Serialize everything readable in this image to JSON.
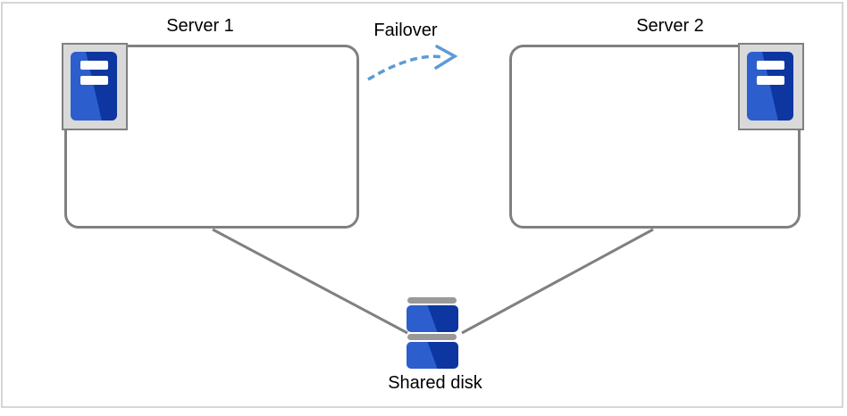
{
  "diagram": {
    "type": "failover-cluster",
    "labels": {
      "server1": "Server 1",
      "server2": "Server 2",
      "failover": "Failover",
      "shared_disk": "Shared disk"
    },
    "nodes": [
      {
        "id": "server1",
        "label": "Server 1",
        "icon": "server-tower",
        "shape": "rounded-rect"
      },
      {
        "id": "server2",
        "label": "Server 2",
        "icon": "server-tower",
        "shape": "rounded-rect"
      },
      {
        "id": "shared-disk",
        "label": "Shared disk",
        "icon": "disk-stack"
      }
    ],
    "edges": [
      {
        "from": "server1",
        "to": "shared-disk",
        "style": "solid-line"
      },
      {
        "from": "server2",
        "to": "shared-disk",
        "style": "solid-line"
      },
      {
        "from": "server1",
        "to": "server2",
        "label": "Failover",
        "style": "dashed-curved-arrow"
      }
    ],
    "colors": {
      "box_border": "#808080",
      "connector": "#808080",
      "arrow": "#5b9bd5",
      "icon_frame_fill": "#d9d9d9",
      "icon_blue_light": "#2d5ecd",
      "icon_blue_dark": "#0d36a0",
      "disk_cap": "#999999",
      "frame_border": "#d6d6d6"
    }
  }
}
